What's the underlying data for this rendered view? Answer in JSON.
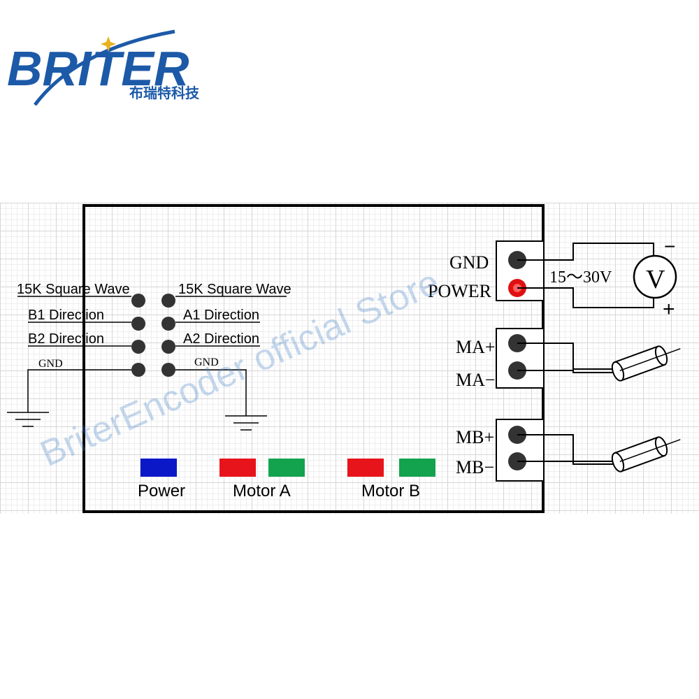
{
  "logo": {
    "brand": "BRITER",
    "subtitle_cn": "布瑞特科技",
    "brand_color": "#1c5aa8"
  },
  "watermark": "BriterEncoder official Store",
  "left_pins": {
    "left_labels": [
      "15K Square Wave",
      "B1 Direction",
      "B2 Direction",
      "GND"
    ],
    "right_labels": [
      "15K Square Wave",
      "A1 Direction",
      "A2 Direction",
      "GND"
    ]
  },
  "terminals": {
    "power_block": [
      "GND",
      "POWER"
    ],
    "motor_a_block": [
      "MA+",
      "MA−"
    ],
    "motor_b_block": [
      "MB+",
      "MB−"
    ]
  },
  "supply": {
    "range_label": "15～30V",
    "meter_symbol": "V",
    "minus": "−",
    "plus": "+"
  },
  "leds": {
    "power_label": "Power",
    "motor_a_label": "Motor A",
    "motor_b_label": "Motor B",
    "colors": {
      "blue": "#0b18c8",
      "red": "#e8141b",
      "green": "#13a34e",
      "pin": "#333333",
      "power_pin": "#e01010"
    }
  }
}
